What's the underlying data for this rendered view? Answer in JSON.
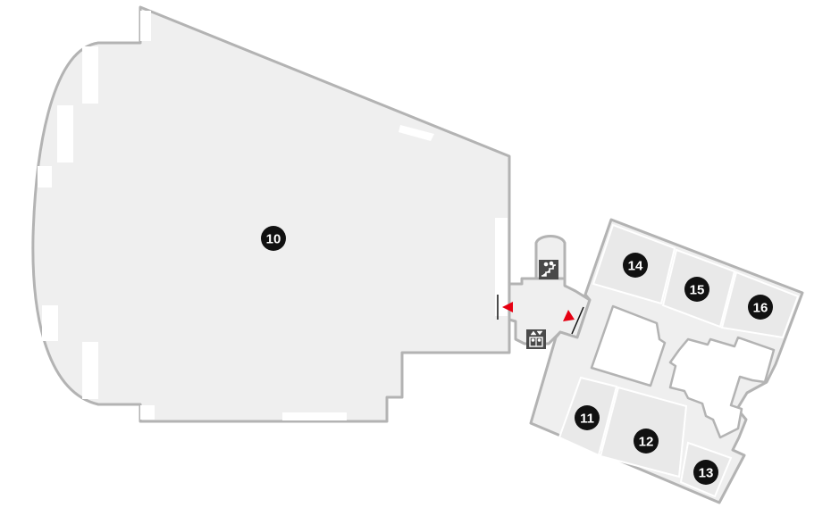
{
  "map": {
    "colors": {
      "floor": "#efefef",
      "room": "#e9e9e9",
      "wall": "#b3b3b3",
      "marker": "#111111",
      "entrance": "#e60012",
      "pictogram": "#4a4a4a"
    },
    "markers": [
      {
        "id": "10",
        "label": "10"
      },
      {
        "id": "11",
        "label": "11"
      },
      {
        "id": "12",
        "label": "12"
      },
      {
        "id": "13",
        "label": "13"
      },
      {
        "id": "14",
        "label": "14"
      },
      {
        "id": "15",
        "label": "15"
      },
      {
        "id": "16",
        "label": "16"
      }
    ],
    "icons": [
      "stairs-icon",
      "elevator-icon",
      "entrance-arrow-icon"
    ]
  }
}
